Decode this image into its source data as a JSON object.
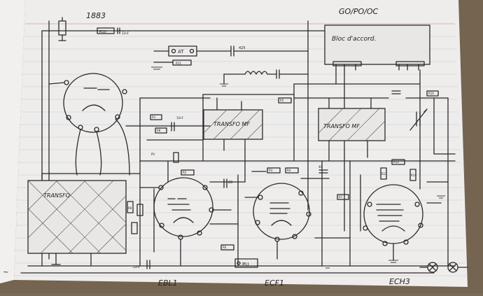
{
  "diagram": {
    "year": "1883",
    "bands": "GO/PO/OC",
    "tuning_block": "Bloc d'accord.",
    "transformer_main": "TRANSFO",
    "transformer_if1": "TRANSFO MF",
    "transformer_if2": "TRANSFO MF",
    "tube_1": "EBL1",
    "tube_2": "ECF1",
    "tube_3": "ECH3",
    "antenna": "AT",
    "pickup": "PU",
    "ac_symbol": "~",
    "components": {
      "r10": "R10",
      "r11": "R11",
      "r1": "R1",
      "r2": "R2",
      "r3": "R3",
      "r4": "R4",
      "r5": "R5",
      "r6": "R6",
      "r7": "R7",
      "r8": "R8",
      "r9": "R9",
      "r12": "R12",
      "r13": "R13",
      "r14": "R14",
      "c22nf": "22nF",
      "c425": "425",
      "c10nf": "10nF",
      "c20": "20",
      "c22pf": "22nF",
      "c40": "40",
      "cpv": "PV",
      "r16": "R16"
    }
  }
}
